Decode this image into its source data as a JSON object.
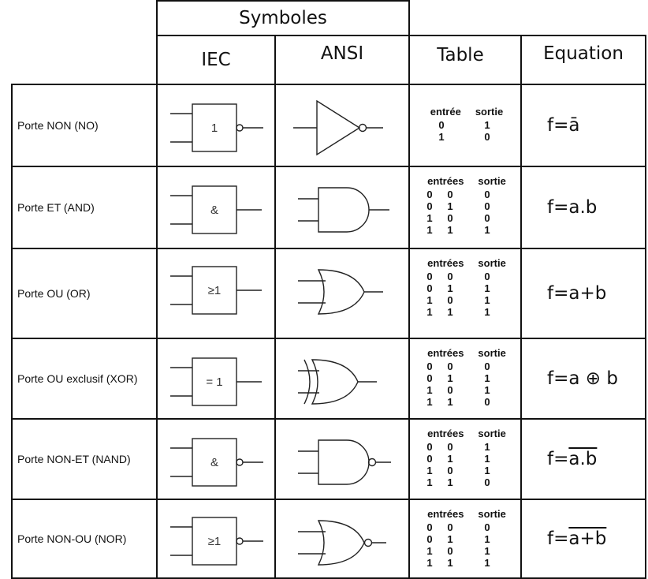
{
  "header": {
    "symboles": "Symboles",
    "iec": "IEC",
    "ansi": "ANSI",
    "table": "Table",
    "equation": "Equation"
  },
  "rows": [
    {
      "label": "Porte NON (NO)",
      "iec_symbol": "1",
      "truth_head": [
        "entrée",
        "sortie"
      ],
      "truth": [
        [
          "0",
          "1"
        ],
        [
          "1",
          "0"
        ]
      ],
      "eq_prefix": "f=",
      "eq_over": "ā",
      "eq_plain": ""
    },
    {
      "label": "Porte ET (AND)",
      "iec_symbol": "&",
      "truth_head": [
        "entrées",
        "sortie"
      ],
      "truth": [
        [
          "0",
          "0",
          "0"
        ],
        [
          "0",
          "1",
          "0"
        ],
        [
          "1",
          "0",
          "0"
        ],
        [
          "1",
          "1",
          "1"
        ]
      ],
      "eq_prefix": "f=a.b",
      "eq_over": "",
      "eq_plain": ""
    },
    {
      "label": "Porte OU (OR)",
      "iec_symbol": "≥1",
      "truth_head": [
        "entrées",
        "sortie"
      ],
      "truth": [
        [
          "0",
          "0",
          "0"
        ],
        [
          "0",
          "1",
          "1"
        ],
        [
          "1",
          "0",
          "1"
        ],
        [
          "1",
          "1",
          "1"
        ]
      ],
      "eq_prefix": "f=a+b",
      "eq_over": "",
      "eq_plain": ""
    },
    {
      "label": "Porte OU exclusif (XOR)",
      "iec_symbol": "= 1",
      "truth_head": [
        "entrées",
        "sortie"
      ],
      "truth": [
        [
          "0",
          "0",
          "0"
        ],
        [
          "0",
          "1",
          "1"
        ],
        [
          "1",
          "0",
          "1"
        ],
        [
          "1",
          "1",
          "0"
        ]
      ],
      "eq_prefix": "f=a ⊕ b",
      "eq_over": "",
      "eq_plain": ""
    },
    {
      "label": "Porte NON-ET (NAND)",
      "iec_symbol": "&",
      "truth_head": [
        "entrées",
        "sortie"
      ],
      "truth": [
        [
          "0",
          "0",
          "1"
        ],
        [
          "0",
          "1",
          "1"
        ],
        [
          "1",
          "0",
          "1"
        ],
        [
          "1",
          "1",
          "0"
        ]
      ],
      "eq_prefix": "f=",
      "eq_over": "a.b",
      "eq_plain": ""
    },
    {
      "label": "Porte NON-OU (NOR)",
      "iec_symbol": "≥1",
      "truth_head": [
        "entrées",
        "sortie"
      ],
      "truth": [
        [
          "0",
          "0",
          "0"
        ],
        [
          "0",
          "1",
          "1"
        ],
        [
          "1",
          "0",
          "1"
        ],
        [
          "1",
          "1",
          "1"
        ]
      ],
      "eq_prefix": "f=",
      "eq_over": "a+b",
      "eq_plain": ""
    }
  ]
}
